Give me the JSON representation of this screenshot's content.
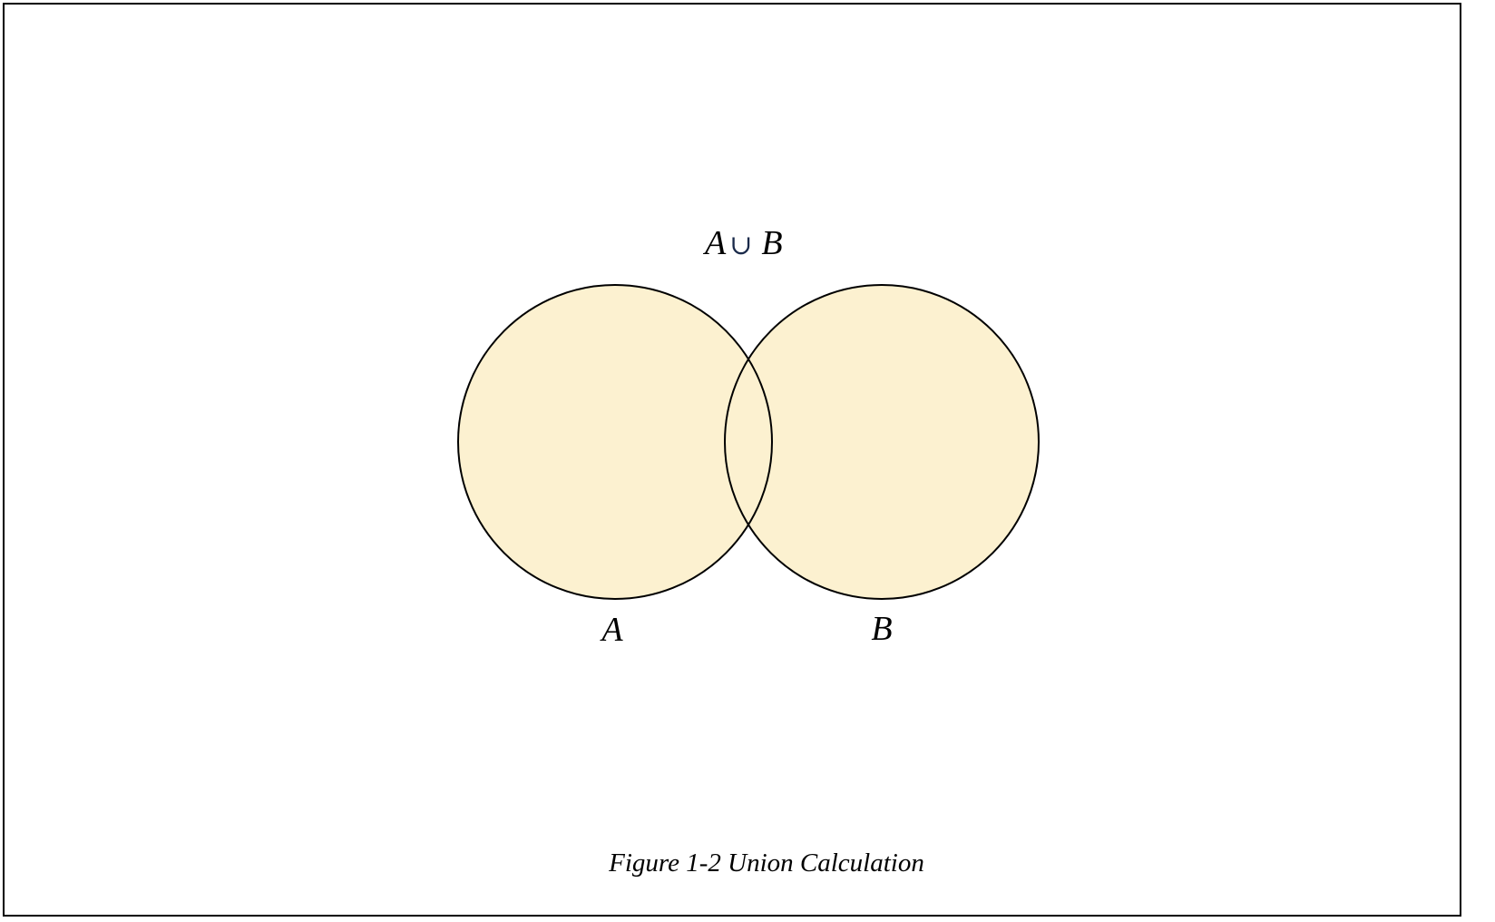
{
  "diagram": {
    "operation_label": {
      "left": "A",
      "operator": "∪",
      "right": "B"
    },
    "sets": [
      {
        "name": "A",
        "fill": "#fcf1d0",
        "stroke": "#000000"
      },
      {
        "name": "B",
        "fill": "#fcf1d0",
        "stroke": "#000000"
      }
    ]
  },
  "caption": "Figure 1-2 Union Calculation"
}
